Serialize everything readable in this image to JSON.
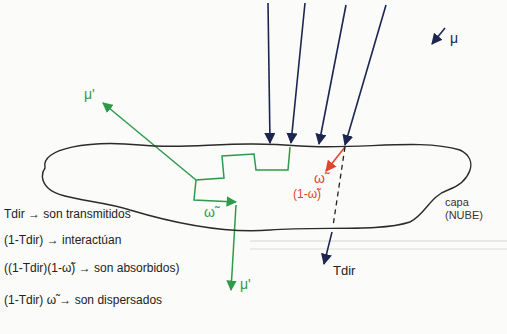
{
  "diagram": {
    "nodes": [
      {
        "text": [
          "capa (NUBE)"
        ]
      }
    ],
    "labels": [
      "μ'",
      "μ",
      "ω̃",
      "ω̃",
      "(1-ω̃)",
      "Tdir",
      "μ'",
      "Tdir → son transmitidos",
      "(1-Tdir) → interactúan",
      "((1-Tdir)(1-ω̃) → son absorbidos)",
      "(1-Tdir) ω̃ → son dispersados"
    ]
  }
}
